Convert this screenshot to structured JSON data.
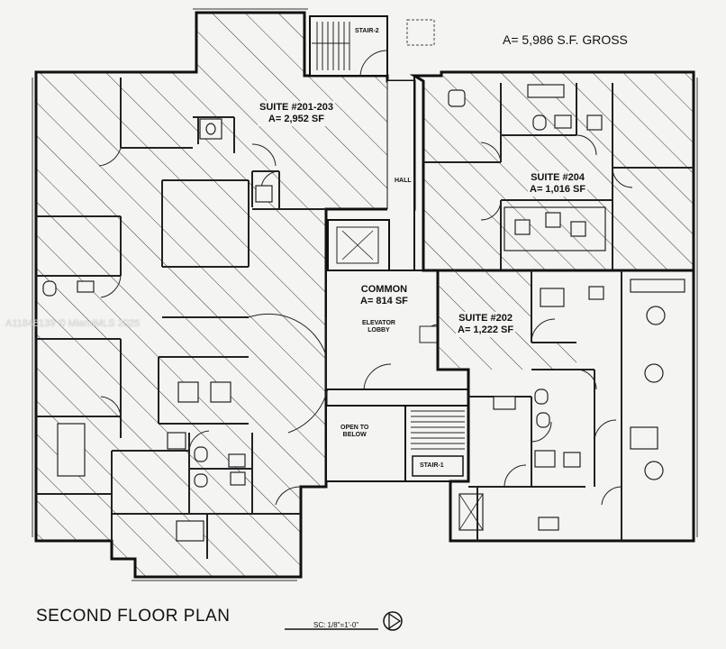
{
  "header": {
    "gross_area": "A= 5,986 S.F. GROSS"
  },
  "footer": {
    "title": "SECOND FLOOR PLAN",
    "scale": "SC: 1/8\"=1'-0\""
  },
  "watermark": "A11848139 © MiamiMLS 2025",
  "rooms": {
    "suite_201_203": {
      "name": "SUITE #201-203",
      "area": "A= 2,952 SF"
    },
    "suite_204": {
      "name": "SUITE #204",
      "area": "A= 1,016 SF"
    },
    "suite_202": {
      "name": "SUITE #202",
      "area": "A= 1,222 SF"
    },
    "common": {
      "name": "COMMON",
      "area": "A= 814 SF"
    },
    "elevator_lobby": {
      "line1": "ELEVATOR",
      "line2": "LOBBY"
    },
    "hall": "HALL",
    "open_to_below": {
      "line1": "OPEN TO",
      "line2": "BELOW"
    },
    "stair_1": "STAIR-1",
    "stair_2": "STAIR-2"
  },
  "colors": {
    "ink": "#1a1a1a",
    "paper": "#f4f4f2",
    "hatch": "#3a3a3a"
  }
}
